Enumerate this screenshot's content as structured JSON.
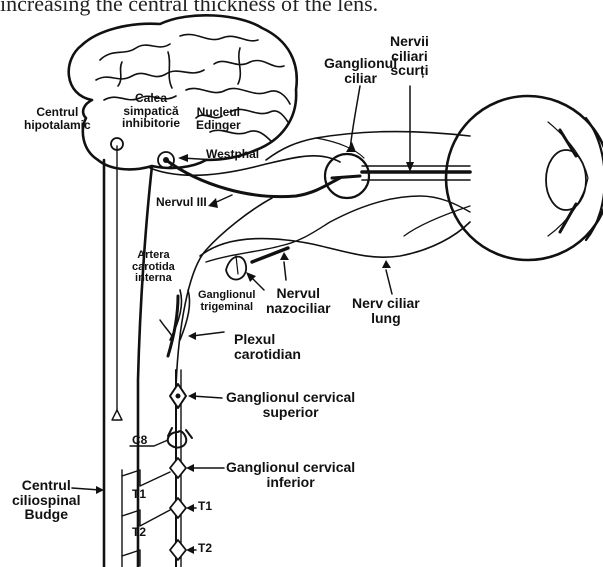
{
  "header_text": "increasing the central thickness of the lens.",
  "labels": {
    "centrul_hipotalamic": "Centrul\nhipotalamic",
    "calea_simpatica": "Calea\nsimpatică\ninhibitorie",
    "nucleul_edinger": "Nucleul\nEdinger",
    "westphal": "Westphal",
    "ganglionul_ciliar": "Ganglionul\nciliar",
    "nervii_ciliari_scurti": "Nervii\nciliari\nscurți",
    "nervul_iii": "Nervul III",
    "artera_carotida": "Artera\ncarotida\ninterna",
    "ganglionul_trigeminal": "Ganglionul\ntrigeminal",
    "nervul_nazociliar": "Nervul\nnazociliar",
    "nerv_ciliar_lung": "Nerv ciliar\nlung",
    "plexul_carotidian": "Plexul\ncarotidian",
    "ganglionul_cervical_superior": "Ganglionul cervical\nsuperior",
    "c8": "C8",
    "ganglionul_cervical_inferior": "Ganglionul cervical\ninferior",
    "centrul_ciliospinal": "Centrul\nciliospinal\nBudge",
    "t1_left": "T1",
    "t1_right": "T1",
    "t2_left": "T2",
    "t2_right": "T2"
  },
  "colors": {
    "ink": "#111111",
    "background": "#ffffff"
  }
}
